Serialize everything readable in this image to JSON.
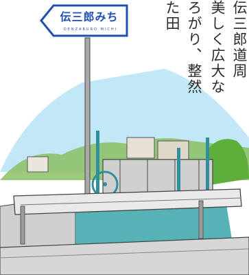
{
  "sign": {
    "main_text": "伝三郎みち",
    "sub_text": "DENZABURO MICHI"
  },
  "caption_columns": [
    "伝三郎道周",
    "美しく広大な",
    "ろがり、整然",
    "た田",
    ""
  ],
  "colors": {
    "sign_blue": "#1f4fb3",
    "sky_blue": "#8fd3ef",
    "hill_green": "#8cc063",
    "tree_green": "#5fae3b",
    "water": "#3aa4a8",
    "concrete": "#b9b9b9",
    "pole_teal": "#2f8f9a"
  }
}
